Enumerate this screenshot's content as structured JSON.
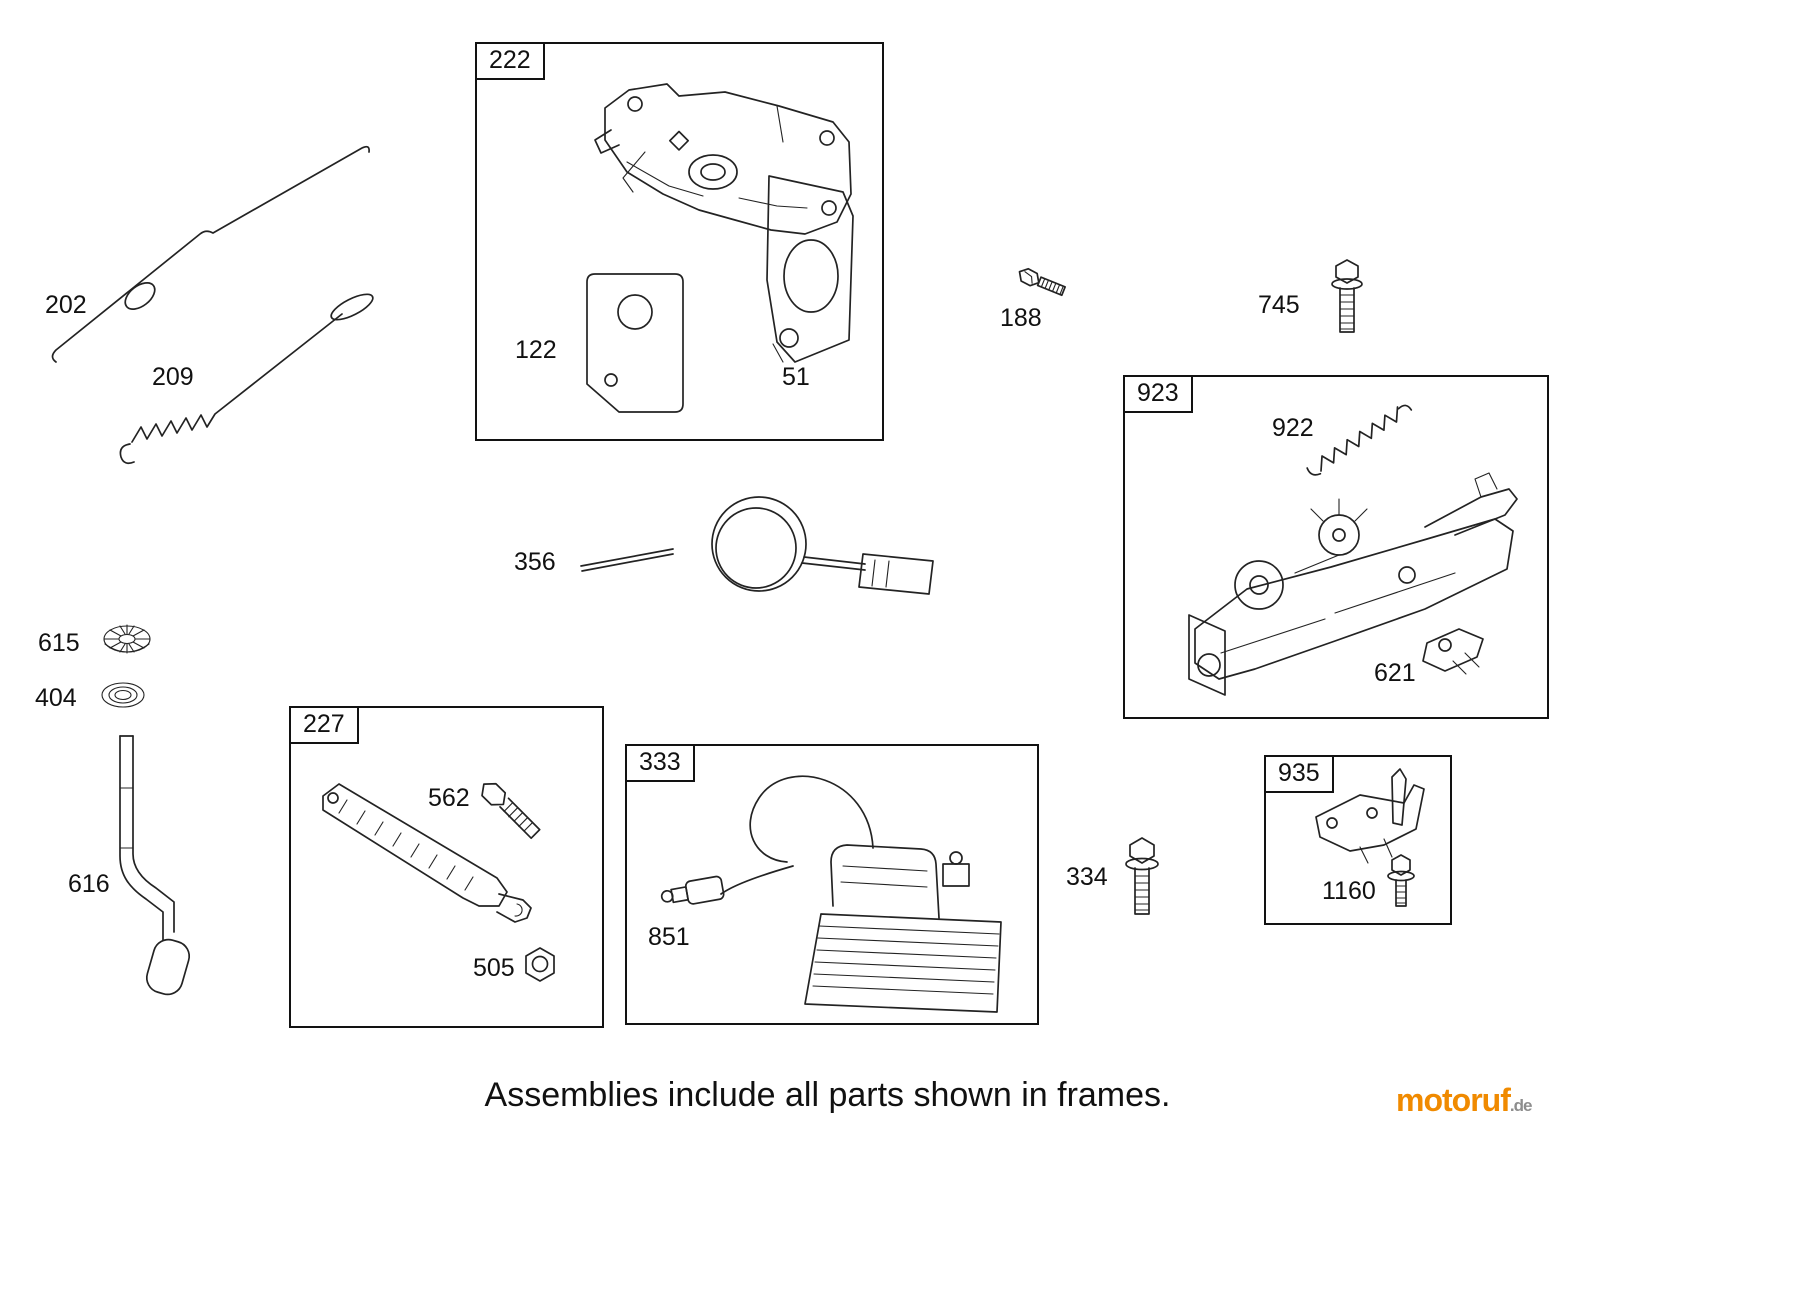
{
  "diagram": {
    "caption": "Assemblies include all parts shown in frames.",
    "watermark": {
      "brand": "motoruf",
      "suffix": ".de"
    }
  },
  "frames": {
    "f222": {
      "label": "222"
    },
    "f227": {
      "label": "227"
    },
    "f333": {
      "label": "333"
    },
    "f923": {
      "label": "923"
    },
    "f935": {
      "label": "935"
    }
  },
  "part_labels": {
    "p202": "202",
    "p209": "209",
    "p122": "122",
    "p51": "51",
    "p356": "356",
    "p188": "188",
    "p745": "745",
    "p922": "922",
    "p621": "621",
    "p615": "615",
    "p404": "404",
    "p616": "616",
    "p562": "562",
    "p505": "505",
    "p851": "851",
    "p334": "334",
    "p1160": "1160"
  }
}
